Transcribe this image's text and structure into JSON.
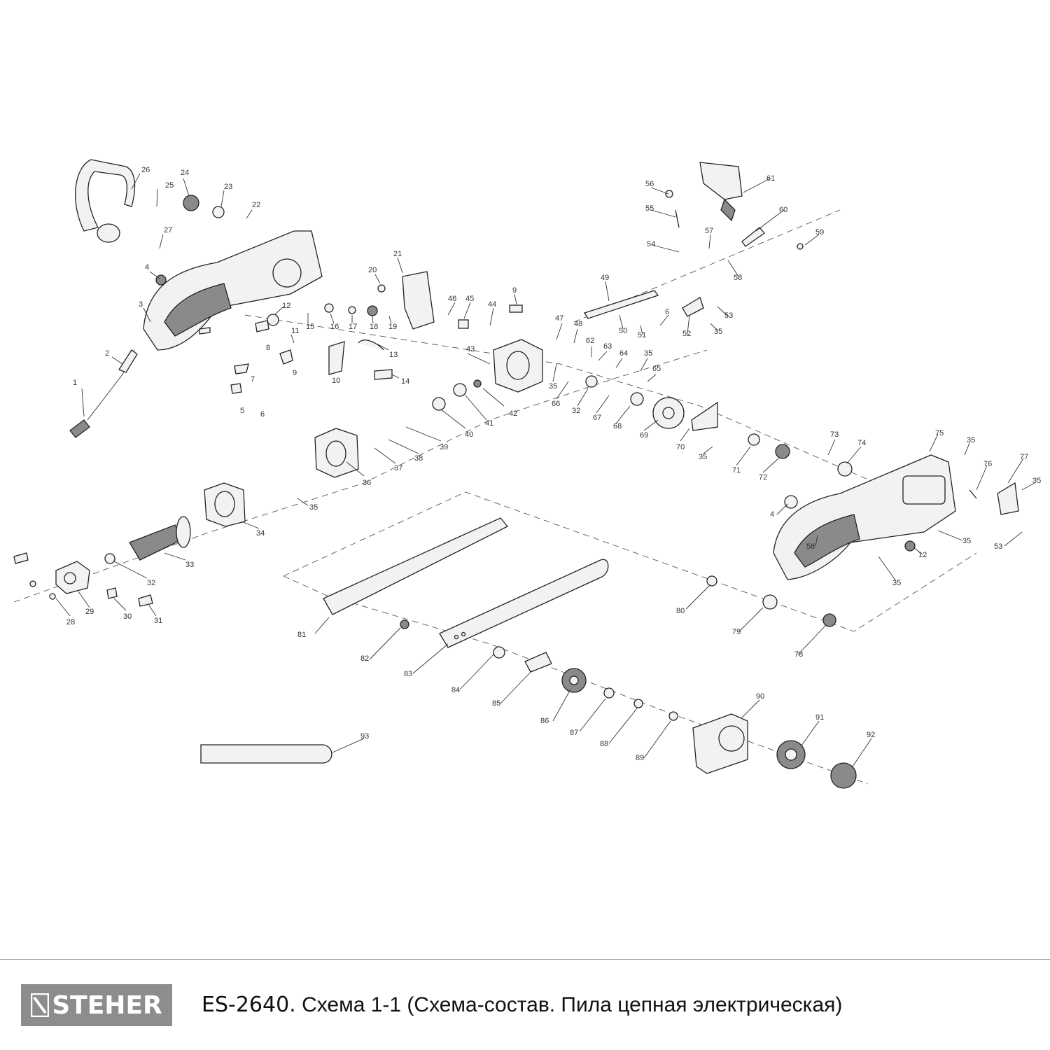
{
  "brand": {
    "logo_text": "STEHER",
    "logo_color": "#8d8d8d"
  },
  "caption": {
    "model": "ES-2640.",
    "description": "Схема 1-1 (Схема-состав. Пила цепная электрическая)"
  },
  "callouts": {
    "p1": "1",
    "p2": "2",
    "p3": "3",
    "p4a": "4",
    "p4b": "4",
    "p5": "5",
    "p6a": "6",
    "p6b": "6",
    "p7": "7",
    "p8": "8",
    "p9a": "9",
    "p9b": "9",
    "p10": "10",
    "p11": "11",
    "p12a": "12",
    "p12b": "12",
    "p13": "13",
    "p14": "14",
    "p15": "15",
    "p16": "16",
    "p17": "17",
    "p18": "18",
    "p19": "19",
    "p20": "20",
    "p21": "21",
    "p22": "22",
    "p23": "23",
    "p24": "24",
    "p25": "25",
    "p26": "26",
    "p27": "27",
    "p28": "28",
    "p29": "29",
    "p30": "30",
    "p31": "31",
    "p32a": "32",
    "p32b": "32",
    "p33": "33",
    "p34": "34",
    "p35a": "35",
    "p35b": "35",
    "p35c": "35",
    "p35d": "35",
    "p35e": "35",
    "p35f": "35",
    "p35g": "35",
    "p35h": "35",
    "p35i": "35",
    "p36": "36",
    "p37": "37",
    "p38": "38",
    "p39": "39",
    "p40": "40",
    "p41": "41",
    "p42": "42",
    "p43": "43",
    "p44": "44",
    "p45": "45",
    "p46": "46",
    "p47": "47",
    "p48": "48",
    "p49": "49",
    "p50": "50",
    "p51": "51",
    "p52": "52",
    "p53a": "53",
    "p53b": "53",
    "p54": "54",
    "p55": "55",
    "p56": "56",
    "p57": "57",
    "p58a": "58",
    "p58b": "58",
    "p59": "59",
    "p60": "60",
    "p61": "61",
    "p62": "62",
    "p63": "63",
    "p64": "64",
    "p65": "65",
    "p66": "66",
    "p67": "67",
    "p68": "68",
    "p69": "69",
    "p70": "70",
    "p71": "71",
    "p72": "72",
    "p73": "73",
    "p74": "74",
    "p75": "75",
    "p76": "76",
    "p77": "77",
    "p78": "78",
    "p79": "79",
    "p80": "80",
    "p81": "81",
    "p82": "82",
    "p83": "83",
    "p84": "84",
    "p85": "85",
    "p86": "86",
    "p87": "87",
    "p88": "88",
    "p89": "89",
    "p90": "90",
    "p91": "91",
    "p92": "92",
    "p93": "93"
  }
}
